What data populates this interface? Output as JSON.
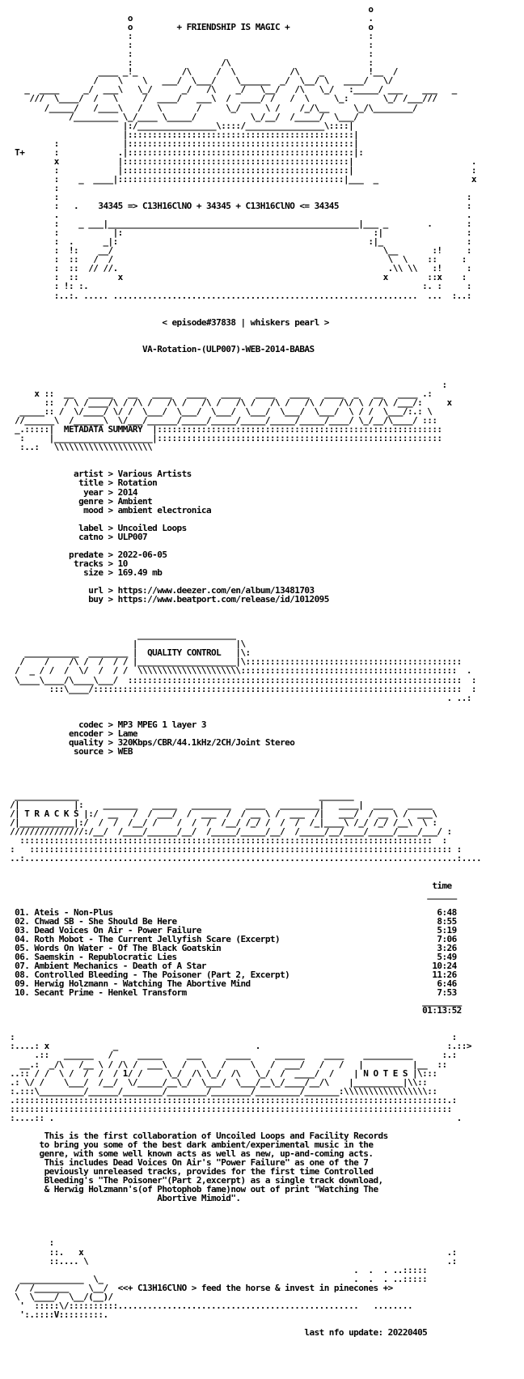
{
  "nfo_lines": [
    "                                                                          o",
    "                         o                                                .",
    "                         o         + FRIENDSHIP IS MAGIC +                o",
    "                         :                                                :",
    "                         :                                                :",
    "                         :                                                :",
    "                         :                  /\\                            :",
    "                   ____ _!_         /\\     /  \\           /\\    _         !__  /",
    "                  /    \\    \\   ___/  \\___/    \\______  _/  \\__/ \\   ____/   \\/",
    "    _  ____     _/  ___\\   \\_/      _/   /\\    _/   \\__/   /\\   \\_/   :_____/ ___    ___   _",
    "     ///  \\____/  /   \\     /  ____/   ___\\  /  ____/ /   /  \\     \\_:       \\_/ /___///",
    "        /_____/   /____\\   /   \\       /     \\_/     \\ /    /_/\\__     \\_/\\________/",
    "             /_________ \\_/____ \\_____/           \\_/__/  /_____/  \\___/",
    "                        |:/________________\\::::/________________\\::::|",
    "                        |::::::::::::::::::::::::::::::::::::::::::::::|",
    "          :             |::::::::::::::::::::::::::::::::::::::::::::::|",
    "  T+      :            .|::::::::::::::::::::::::::::::::::::::::::::::|:",
    "          x            |::::::::::::::::::::::::::::::::::::::::::::::|                        .",
    "          :            |::::::::::::::::::::::::::::::::::::::::::::::|                        :",
    "          :    _  ____|::::::::::::::::::::::::::::::::::::::::::::::|___  _                   x",
    "          :",
    "          :                                                                                   :",
    "          :   .    34345 => C13H16ClNO + 34345 + C13H16ClNO <= 34345                          :",
    "          .                                                                                   .",
    "          :    _ ___|___________________________________________________|___ _        .       :",
    "          :           |:                                                   :|                 :",
    "          :  .      _|:                                                   :|_                 :",
    "          :  !:    __/                                                       \\__       :!     :",
    "          :  ::   /  /                                                        \\  \\    ::     :",
    "          :  ::  // //.                                                       .\\\\ \\\\   :!     :",
    "          :  ::        x                                                     x        ::x    :",
    "          : !: :.                                                                    :. :     :",
    "          :..:. ..... ..............................................................  ...  :..:",
    "",
    "",
    "                                < episode#37838 | whiskers pearl >",
    "",
    "",
    "                            VA-Rotation-(ULP007)-WEB-2014-BABAS",
    "",
    "",
    "",
    "                                                                                         :",
    "      x ::  __   _____   __   ____   ____   ____   ____   ____   ____  _   __   ____ .:",
    "        ::  / \\ /____/\\ / /\\ /   /\\ /   /\\ /   /\\ /   /\\ /   /\\ /   /\\/ \\ / /\\ /___/:     x",
    "   _____:: /  \\/____/ \\/ /  \\___/  \\___/  \\___/  \\___/  \\___/  \\___/  \\ / /  \\___/:.: \\",
    "  //______\\  /______\\  \\/___/______/_____/_____/_____/_____/_____/____/ \\_/__/\\____/ :::",
    "  _.:::::|  METADATA SUMMARY  |::::::::::::::::::::::::::::::::::::::::::::::::::::::::::",
    "   :     |____________________|::::::::::::::::::::::::::::::::::::::::::::::::::::::::::",
    "   :..:   \\\\\\\\\\\\\\\\\\\\\\\\\\\\\\\\\\\\\\\\      ",
    "",
    "",
    "              artist > Various Artists",
    "               title > Rotation",
    "                year > 2014",
    "               genre > Ambient",
    "                mood > ambient electronica",
    "",
    "               label > Uncoiled Loops",
    "               catno > ULP007",
    "",
    "             predate > 2022-06-05",
    "              tracks > 10",
    "                size > 169.49 mb",
    "",
    "                 url > https://www.deezer.com/en/album/13481703",
    "                 buy > https://www.beatport.com/release/id/1012095",
    "",
    "",
    "",
    "                           ____________________",
    "                          |                    |\\",
    "    ___________  ________ |  QUALITY CONTROL   |\\:",
    "   /    /    /\\ /  /  / / |____________________|\\::::::::::::::::::::::::::::::::::::::::::::",
    "  /  _ / /  /  \\/  /  / /  \\\\\\\\\\\\\\\\\\\\\\\\\\\\\\\\\\\\\\\\\\::::::::::::::::::::::::::::::::::::::::::::  .",
    "  \\____\\____/\\____\\___/  ::::::::::::::::::::::::::::::::::::::::::::::::::::::::::::::::::::  :",
    "         :::\\____/:::::::::::::::::::::::::::::::::::::::::::::::::::::::::::::::::::::::::::  :",
    "                                                                                          . ..:",
    "",
    "",
    "               codec > MP3 MPEG 1 layer 3",
    "             encoder > Lame",
    "             quality > 320Kbps/CBR/44.1kHz/2CH/Joint Stereo",
    "              source > WEB",
    "",
    "",
    "",
    "",
    "  _____________                                                 _______",
    " /|           |:    _______   _____   ________   ____   ________|   ____|  ____   _____",
    " /| T R A C K S |:/  __   /  / ___/  /  ___  /  / __ \\ /  ___  /|   ___/  / __ \\ /  ___\\",
    " /|___________|:/  /  /  /__/ /    /  /  /  /__/ /_/ /  /  /  /_|____\\ /_/ /_/ /__\\  \\ :",
    " ///////////////:/__/  /____/______/__/  /_____/_____/__/  /_____/__/____/_____/____/___/ :",
    "   ::::::::::::::::::::::::::::::::::::::::::::::::::::::::::::::::::::::::::::::::::::  :",
    " :   :::::::::::::::::::::::::::::::::::::::::::::::::::::::::::::::::::::::::::::::::::::: :",
    " ..:........................................................................................:....",
    "",
    "",
    "                                                                                       time",
    "                                                                                      ______",
    "",
    "  01. Ateis - Non-Plus                                                                  6:48",
    "  02. Chwad SB - She Should Be Here                                                     8:55",
    "  03. Dead Voices On Air - Power Failure                                                5:19",
    "  04. Roth Mobot - The Current Jellyfish Scare (Excerpt)                                7:06",
    "  05. Words On Water - Of The Black Goatskin                                            3:26",
    "  06. Saemskin - Republocratic Lies                                                     5:49",
    "  07. Ambient Mechanics - Death of A Star                                              10:24",
    "  08. Controlled Bleeding - The Poisoner (Part 2, Excerpt)                             11:26",
    "  09. Herwig Holzmann - Watching The Abortive Mind                                      6:46",
    "  10. Secant Prime - Henkel Transform                                                   7:53",
    "                                                                                     ________",
    "                                                                                     01:13:52",
    "",
    "",
    " :                                                                                         :",
    " :....: x             _                            .                                      :.::>",
    "      .::   ______   /     _____     ___     _____     ______    ____    __________      :.:",
    "   __.:  _/\\   /__ \\ / /\\ /  ___\\   /   \\   /     \\   /  ___/   /   /   |          |__  ::",
    " ..:: / /  \\ /  /  /  / 1/ /     \\_/  /\\ \\_/  /\\   \\_/  /  ____/  /    | N O T E S |\\:::",
    " .: \\/ /    \\___/  /__/  \\/_____/__\\_/  \\___/  \\___/__\\_/____/__/\\    |__________|\\\\::",
    " :.:::\\_________/______/________/________/________/_________/_______:\\\\\\\\\\\\\\\\\\\\\\\\\\\\\\\\\\::",
    " .::::::::::::::::::::::::::::::::::::::::::::::::::::::::::::::::::::::::::::::::::::::::.:",
    " ::::::::::::::::::::::::::::::::::::::::::::::::::::::::::::::::::::::::::::::::::::::::::",
    " :....:: .                                                                                  .",
    "",
    "        This is the first collaboration of Uncoiled Loops and Facility Records",
    "       to bring you some of the best dark ambient/experimental music in the",
    "       genre, with some well known acts as well as new, up-and-coming acts.",
    "        This includes Dead Voices On Air's \"Power Failure\" as one of the 7",
    "        peviously unreleased tracks, provides for the first time Controlled",
    "        Bleeding's \"The Poisoner\"(Part 2,excerpt) as a single track download,",
    "        & Herwig Holzmann's(of Photophob fame)now out of print \"Watching The",
    "                               Abortive Mimoid\".",
    "",
    "",
    "",
    "",
    "         :",
    "         ::.   x                                                                          .:",
    "         ::.... \\                                                                         .:",
    "                                                                       .  .  . ..:::::",
    "   _____________  \\_                                                   .  .  . ..:::::",
    "  /  /_______    \\__/  <<+ C13H16ClNO > feed the horse & invest in pinecones +>",
    "  \\  \\____/  \\__/(__)/  ",
    "   '  :::::\\/::::::::::.................................................   ........",
    "   ':.::::V:::::::::.",
    "",
    "                                                             last nfo update: 20220405"
  ]
}
